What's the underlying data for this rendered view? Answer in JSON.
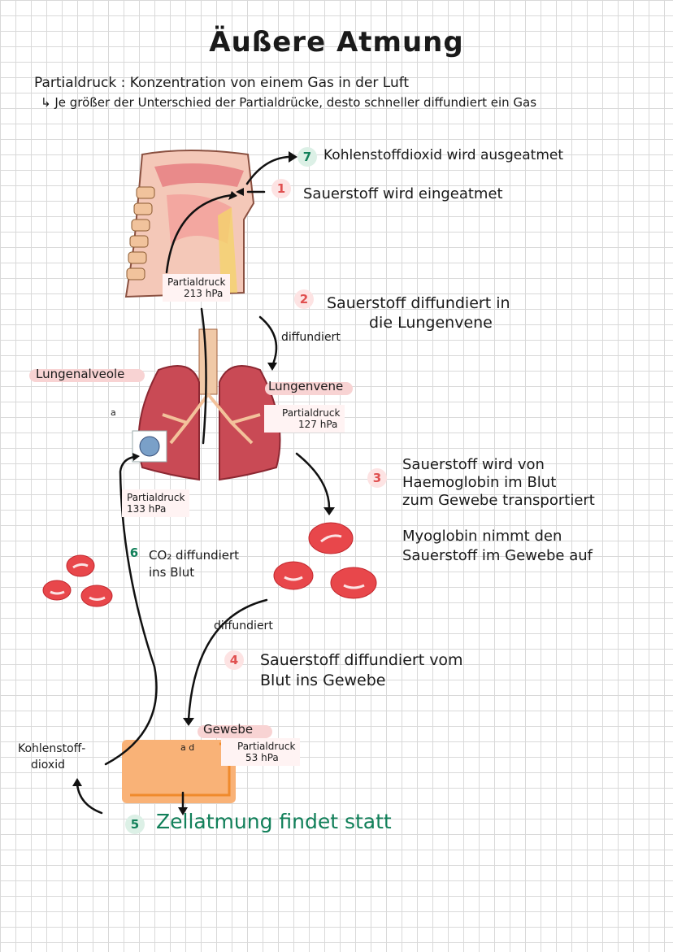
{
  "title": "Äußere Atmung",
  "intro": {
    "line1": "Partialdruck : Konzentration von einem Gas in der Luft",
    "line2": "↳ Je größer der Unterschied der Partialdrücke, desto schneller diffundiert ein Gas"
  },
  "steps": [
    {
      "num": "7",
      "text": "Kohlenstoffdioxid wird ausgeatmet"
    },
    {
      "num": "1",
      "text": "Sauerstoff wird eingeatmet"
    },
    {
      "num": "2",
      "text_line1": "Sauerstoff diffundiert in",
      "text_line2": "die Lungenvene"
    },
    {
      "num": "3",
      "text_line1": "Sauerstoff wird von",
      "text_line2": "Haemoglobin im Blut",
      "text_line3": "zum Gewebe transportiert"
    },
    {
      "num": "4",
      "text_line1": "Sauerstoff diffundiert vom",
      "text_line2": "Blut ins Gewebe"
    },
    {
      "num": "5",
      "text": "Zellatmung findet statt"
    },
    {
      "num": "6",
      "text_line1": "CO₂ diffundiert",
      "text_line2": "ins Blut"
    }
  ],
  "myoglobin": {
    "line1": "Myoglobin nimmt den",
    "line2": "Sauerstoff im Gewebe auf"
  },
  "labels": {
    "pd_213": {
      "line1": "Partialdruck",
      "line2": "213 hPa"
    },
    "pd_127": {
      "line1": "Partialdruck",
      "line2": "127 hPa"
    },
    "pd_133": {
      "line1": "Partialdruck",
      "line2": "133 hPa"
    },
    "pd_53": {
      "line1": "Partialdruck",
      "line2": "53 hPa"
    },
    "lungenalveole": "Lungenalveole",
    "lungenvene": "Lungenvene",
    "gewebe": "Gewebe",
    "diffundiert_1": "diffundiert",
    "diffundiert_2": "diffundiert",
    "kohlenstoffdioxid_line1": "Kohlenstoff-",
    "kohlenstoffdioxid_line2": "dioxid",
    "a": "a",
    "ad": "a d"
  },
  "colors": {
    "step_red": "#e05050",
    "step_green": "#12805a",
    "blood_cell": "#e8474b",
    "tissue": "#f9b277",
    "lung": "#c94a55"
  }
}
